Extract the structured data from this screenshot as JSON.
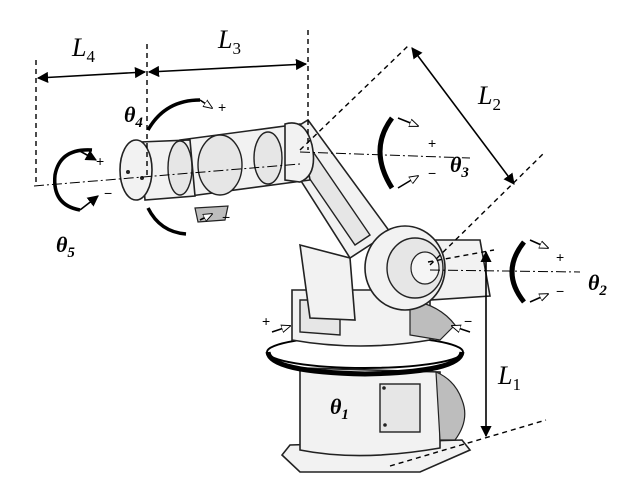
{
  "labels": {
    "L1": {
      "main": "L",
      "sub": "1"
    },
    "L2": {
      "main": "L",
      "sub": "2"
    },
    "L3": {
      "main": "L",
      "sub": "3"
    },
    "L4": {
      "main": "L",
      "sub": "4"
    }
  },
  "joints": {
    "theta1": {
      "main": "θ",
      "sub": "1"
    },
    "theta2": {
      "main": "θ",
      "sub": "2"
    },
    "theta3": {
      "main": "θ",
      "sub": "3"
    },
    "theta4": {
      "main": "θ",
      "sub": "4"
    },
    "theta5": {
      "main": "θ",
      "sub": "5"
    }
  },
  "signs": {
    "plus": "+",
    "minus": "−"
  }
}
